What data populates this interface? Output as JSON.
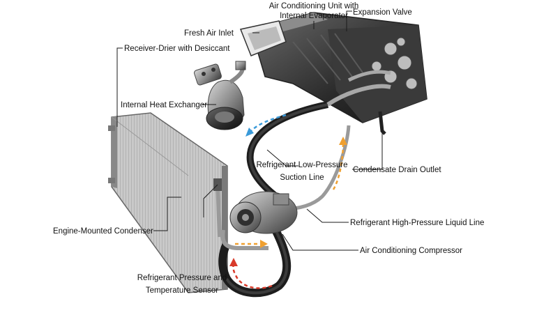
{
  "labels": {
    "ac_unit_line1": "Air Conditioning Unit with",
    "ac_unit_line2": "Internal Evaporator",
    "expansion_valve": "Expansion Valve",
    "fresh_air_inlet": "Fresh Air Inlet",
    "receiver_drier": "Receiver-Drier with Desiccant",
    "internal_heat_exchanger": "Internal Heat Exchanger",
    "low_pressure_line1": "Refrigerant Low-Pressure",
    "low_pressure_line2": "Suction Line",
    "condensate_drain": "Condensate Drain Outlet",
    "engine_condenser": "Engine-Mounted Condenser",
    "high_pressure_line": "Refrigerant High-Pressure Liquid Line",
    "compressor": "Air Conditioning Compressor",
    "sensor_line1": "Refrigerant Pressure and",
    "sensor_line2": "Temperature Sensor"
  },
  "colors": {
    "flow_blue": "#3a9ad9",
    "flow_orange": "#f0a030",
    "flow_red": "#d83a2a",
    "leader": "#1a1a1a"
  }
}
